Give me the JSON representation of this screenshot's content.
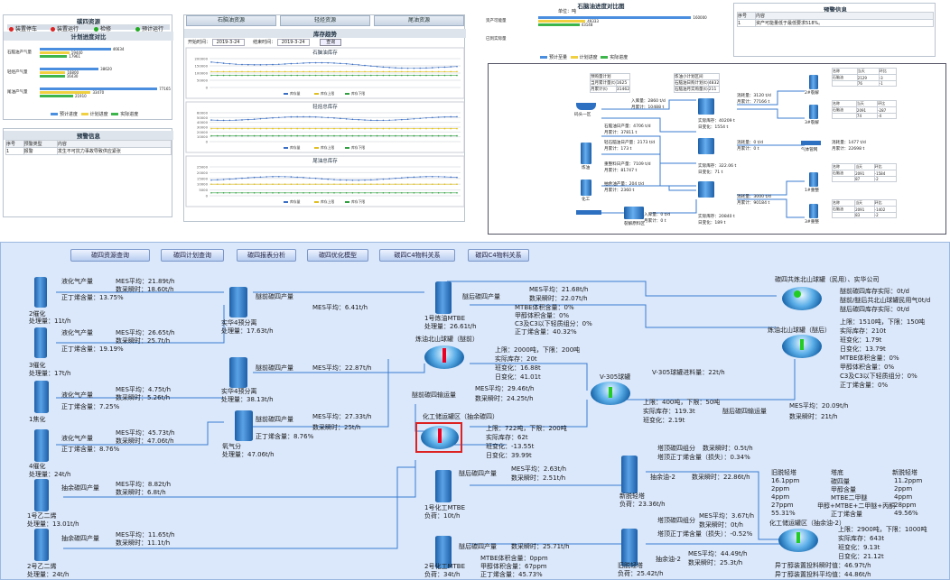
{
  "p1": {
    "hdr_left": "碳四资源",
    "hdr_left_items": [
      "装置停车",
      "装置运行",
      "检修",
      "预计运行"
    ],
    "sub": "计划进度对比",
    "rows": [
      {
        "label": "石脑油产气量",
        "v": [
          46634,
          19440,
          17961
        ]
      },
      {
        "label": "轻烃产气量",
        "v": [
          38620,
          16800,
          16430
        ]
      },
      {
        "label": "尾油产气量",
        "v": [
          77165,
          33470,
          21910
        ]
      }
    ],
    "legend": [
      "预计进度",
      "计划进度",
      "实际进度"
    ],
    "warn_title": "预警信息",
    "warn_cols": [
      "序号",
      "预警类型",
      "内容"
    ],
    "warn_row": [
      "1",
      "报警",
      "发生不可抗力事故导致供应紧张"
    ]
  },
  "p2": {
    "tabs": [
      "石脑油资源",
      "轻烃资源",
      "尾油资源"
    ],
    "sub": "库存趋势",
    "date_start_label": "开始时间：",
    "date_start": "2019-3-24",
    "date_end_label": "结束时间：",
    "date_end": "2019-3-24",
    "query": "查询",
    "charts": [
      {
        "title": "石脑油库存",
        "y": [
          "200000",
          "150000",
          "100000",
          "50000",
          "0"
        ]
      },
      {
        "title": "轻烃总库存",
        "y": [
          "60000",
          "50000",
          "40000",
          "30000",
          "20000",
          "10000",
          "0"
        ]
      },
      {
        "title": "尾油总库存",
        "y": [
          "25000",
          "20000",
          "15000",
          "10000",
          "5000",
          "0"
        ]
      }
    ],
    "legend": [
      "库存量",
      "库存上限",
      "库存下限"
    ]
  },
  "p3": {
    "title": "石脑油进度对比图",
    "unit": "单位：吨",
    "rows": [
      {
        "label": "资产可能量",
        "v": [
          160000,
          49333,
          43148
        ]
      },
      {
        "label": "已到实际量",
        "v": [
          0,
          0,
          0
        ]
      }
    ],
    "legend": [
      "预计至量",
      "计划进度",
      "实际进度"
    ]
  },
  "p4": {
    "title": "预警信息",
    "cols": [
      "序号",
      "内容"
    ],
    "row": [
      "1",
      "资产可能量低于最低要求518%。"
    ]
  },
  "p5": {
    "hdr1": [
      "预购量计划",
      "当月累计量(t)",
      "1625",
      "月累计(t)",
      "31462"
    ],
    "hdr2": [
      "炼油小计划区间",
      "石脑油日购计划(t)",
      "4832",
      "石脑油月实购量(t)",
      "211"
    ],
    "nodes": [
      "码头一区",
      "炼油",
      "化工",
      "裂解原料区",
      "2#裂解",
      "3#裂解",
      "气体管网",
      "1#重整",
      "3#重整"
    ],
    "texts": [
      "入库量：2860 t/d",
      "月累计：10488 t",
      "石脑油日产量：4706 t/d",
      "月累计：37811 t",
      "轻石脑油日产量：2173 t/d",
      "月累计：173 t",
      "重整料日产量：7109 t/d",
      "月累计：81747 t",
      "抽余油产量：204 t/d",
      "月累计：2360 t",
      "入库量：0 t/d",
      "月累计：0 t",
      "消耗量：3120 t/d",
      "月累计：77166 t",
      "实际库存：40209 t",
      "日变化：1554 t",
      "消耗量：0 t/d",
      "月累计：0 t",
      "实际库存：322.06 t",
      "日变化：71 t",
      "消耗量：3000 t/d",
      "月累计：90184 t",
      "实际库存：20840 t",
      "日变化：189 t",
      "消耗量：1477 t/d",
      "月累计：22698 t"
    ],
    "tables": [
      [
        "石脑油",
        "2129",
        "-3",
        "76",
        "-1"
      ],
      [
        "石脑油",
        "2091",
        "-287",
        "74",
        "-4"
      ],
      [
        "石脑油",
        "2091",
        "-1584",
        "87",
        "-2"
      ],
      [
        "石脑油",
        "2091",
        "-1402",
        "83",
        "-2"
      ]
    ],
    "tcols": [
      "名称",
      "当天",
      "环比"
    ]
  },
  "main": {
    "buttons": [
      "碳四资源查询",
      "碳四计划查询",
      "碳四报表分析",
      "碳四优化模型",
      "碳四C4物料关系",
      "碳四C4物料关系"
    ],
    "n2cat": {
      "name": "2催化",
      "load": "处理量：11t/h",
      "gas": "液化气产量",
      "gas_mes": "MES平均：21.89t/h",
      "gas_rt": "数采瞬时：18.60t/h",
      "ratio": "正丁烯含量：13.75%"
    },
    "n3cat": {
      "name": "3催化",
      "load": "处理量：17t/h",
      "gas": "液化气产量",
      "gas_mes": "MES平均：26.65t/h",
      "gas_rt": "数采瞬时：25.7t/h",
      "ratio": "正丁烯含量：19.19%"
    },
    "n1crack": {
      "name": "1焦化",
      "gas": "液化气产量",
      "gas_mes": "MES平均：4.75t/h",
      "gas_rt": "数采瞬时：5.26t/h",
      "ratio": "正丁烯含量：7.25%"
    },
    "n4cat": {
      "name": "4催化",
      "load": "处理量：24t/h",
      "gas": "液化气产量",
      "gas_mes": "MES平均：45.73t/h",
      "gas_rt": "数采瞬时：47.06t/h",
      "ratio": "正丁烯含量：8.76%"
    },
    "n1eth": {
      "name": "1号乙二烯",
      "load": "处理量：13.01t/h",
      "gas": "抽余碳四产量",
      "gas_mes": "MES平均：8.82t/h",
      "gas_rt": "数采瞬时：6.8t/h"
    },
    "n2eth": {
      "name": "2号乙二烯",
      "load": "处理量：24t/h",
      "gas": "抽余碳四产量",
      "gas_mes": "MES平均：11.65t/h",
      "gas_rt": "数采瞬时：11.1t/h"
    },
    "sep1": {
      "name": "实华4预分离",
      "load": "处理量：17.63t/h",
      "prod": "醚前碳四产量",
      "mes": "MES平均：6.41t/h"
    },
    "sep2": {
      "name": "实华4预分离",
      "load": "处理量：38.13t/h",
      "prod": "醚前碳四产量",
      "mes": "MES平均：22.87t/h"
    },
    "sep3": {
      "name": "氧气分",
      "load": "处理量：47.06t/h",
      "prod": "醚前碳四产量",
      "mes": "MES平均：27.33t/h",
      "rt": "数采瞬时：25t/h",
      "ratio": "正丁烯含量：8.76%"
    },
    "mtbe1": {
      "name": "1号炼油MTBE",
      "load": "处理量：26.61t/h",
      "prod": "醚后碳四产量",
      "mes": "MES平均：21.68t/h",
      "rt": "数采瞬时：22.07t/h",
      "l1": "MTBE体积含量：0%",
      "l2": "甲醇体积含量：0%",
      "l3": "C3及C3以下轻质组分：0%",
      "l4": "正丁烯含量：40.32%"
    },
    "tank1": {
      "name": "炼油北山球罐（醚前）",
      "up": "上限：2000吨，下限：200吨",
      "stock": "实际库存：20t",
      "dchg": "班变化：16.88t",
      "day": "日变化：41.01t",
      "lbl": "醚前碳四输运量"
    },
    "tank2": {
      "name": "化工储运罐区（抽余碳四）",
      "up": "上限：722吨，下限：200吨",
      "stock": "实际库存：62t",
      "dchg": "班变化：-13.55t",
      "day": "日变化：39.99t",
      "mes": "MES平均：29.46t/h",
      "rt": "数采瞬时：24.25t/h"
    },
    "v305": {
      "name": "V-305球罐",
      "note": "V-305球罐进料量：22t/h",
      "up": "上限：400吨，下限：50吨",
      "stock": "实际库存：119.3t",
      "chg": "班变化：2.19t",
      "out": "醚后碳四输运量",
      "mes": "MES平均：20.09t/h",
      "rt": "数采瞬时：21t/h"
    },
    "topright": {
      "name": "碳四共炼北山球罐（民用）、实华公司",
      "l1": "醚前碳四库存实际：0t/d",
      "l2": "醚前/醚后共北山球罐民用气0t/d",
      "l3": "醚后碳四库存实际：0t/d"
    },
    "tank3": {
      "name": "炼油北山球罐（醚后）",
      "up": "上限：1510吨，下限：150吨",
      "stock": "实际库存：210t",
      "chg": "班变化：1.79t",
      "day": "日变化：13.79t",
      "l1": "MTBE体积含量：0%",
      "l2": "甲醇体积含量：0%",
      "l3": "C3及C3以下轻质组分：0%",
      "l4": "正丁烯含量：0%"
    },
    "mtbe2": {
      "name": "1号化工MTBE",
      "load": "负荷：10t/h",
      "prod": "醚后碳四产量",
      "mes": "MES平均：2.63t/h",
      "rt": "数采瞬时：2.51t/h"
    },
    "mtbe3": {
      "name": "2号化工MTBE",
      "load": "负荷：34t/h",
      "prod": "醚后碳四产量",
      "mes": "数采瞬时：25.71t/h",
      "l1": "MTBE体积含量：0ppm",
      "l2": "甲醇体积含量：67ppm",
      "l3": "正丁烯含量：45.73%"
    },
    "tw1": {
      "name": "新脱轻塔",
      "load": "负荷：23.36t/h",
      "l1": "塔顶碳四组分",
      "l2": "数采瞬时：0.5t/h",
      "l3": "塔顶正丁烯含量（损失）：0.34%",
      "resid": "抽余油-2",
      "rt": "数采瞬时：22.86t/h"
    },
    "tw2": {
      "name": "旧脱轻塔",
      "load": "负荷：25.42t/h",
      "l1": "塔顶碳四组分",
      "mes": "MES平均：3.67t/h",
      "rt": "数采瞬时：0t/h",
      "l3": "塔顶正丁烯含量（损失）：-0.52%",
      "resid": "抽余油-2",
      "mes2": "MES平均：44.49t/h",
      "rt2": "数采瞬时：25.3t/h"
    },
    "ana": {
      "c1": "旧脱轻塔",
      "c1v": [
        "16.1ppm",
        "2ppm",
        "4ppm",
        "27ppm",
        "55.31%"
      ],
      "c2": "塔底",
      "c2v": [
        "碳四量",
        "甲醇含量",
        "MTBE二甲醚",
        "甲醇+MTBE+二甲醚+丙酮",
        "正丁烯含量"
      ],
      "c3": "新脱轻塔",
      "c3v": [
        "11.2ppm",
        "2ppm",
        "4ppm",
        "28ppm",
        "49.56%"
      ]
    },
    "tank4": {
      "name": "化工储运罐区（抽余油-2）",
      "up": "上限：2900吨，下限：1000吨",
      "stock": "实际库存：643t",
      "chg": "班变化：9.13t",
      "day": "日变化：21.12t",
      "o1": "异丁醇装置投料瞬时值：46.97t/h",
      "o2": "异丁醇装置投料平均值：44.86t/h"
    }
  }
}
